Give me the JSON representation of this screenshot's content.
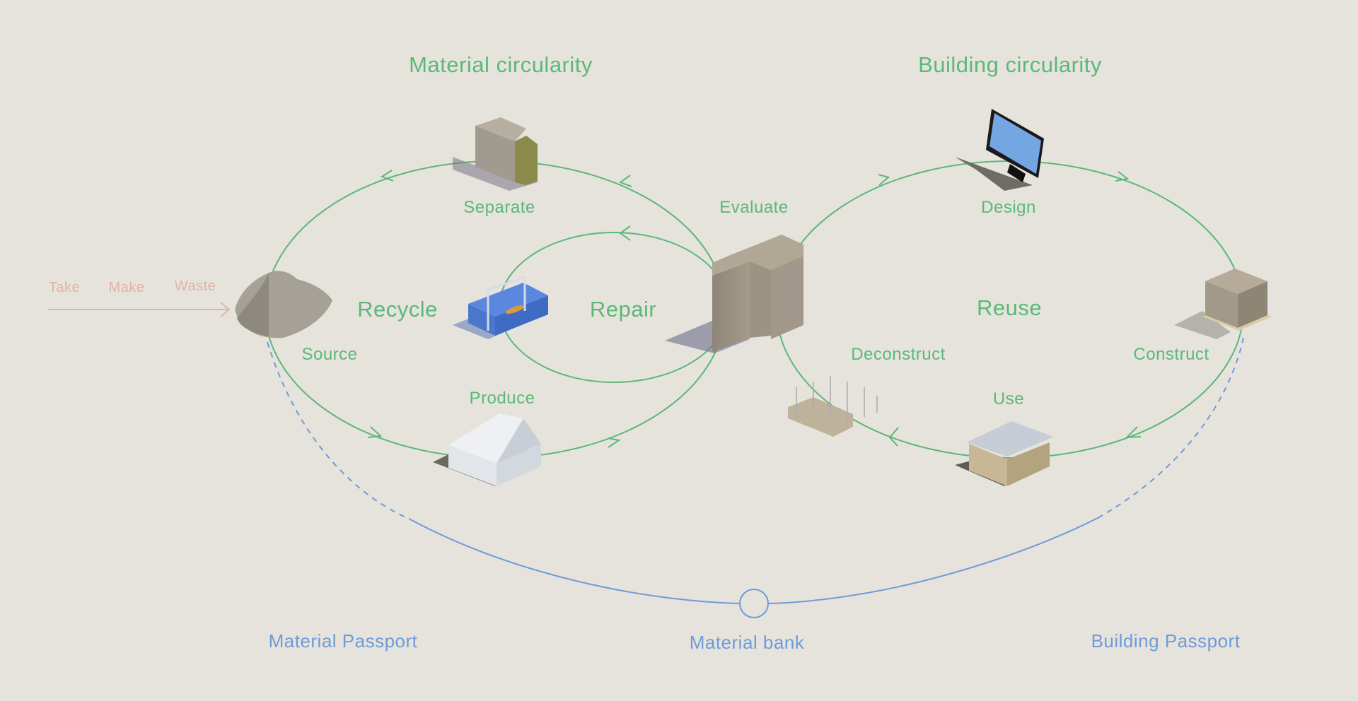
{
  "colors": {
    "background": "#e6e3dd",
    "loop_green": "#5bb878",
    "bank_blue": "#6e9bd8",
    "linear_salmon": "#e2b3a4"
  },
  "titles": {
    "material_circularity": "Material circularity",
    "building_circularity": "Building circularity"
  },
  "linear_economy": {
    "take": "Take",
    "make": "Make",
    "waste": "Waste"
  },
  "loops": {
    "recycle": "Recycle",
    "repair": "Repair",
    "reuse": "Reuse"
  },
  "steps": {
    "separate": "Separate",
    "evaluate": "Evaluate",
    "design": "Design",
    "source": "Source",
    "produce": "Produce",
    "deconstruct": "Deconstruct",
    "use": "Use",
    "construct": "Construct"
  },
  "illustrations": {
    "source": "sand-pile-icon",
    "separate": "block-with-insulation-icon",
    "repair": "toolbox-icon",
    "evaluate": "concrete-blocks-icon",
    "design": "monitor-blueprint-icon",
    "construct": "pallet-blocks-icon",
    "produce": "factory-icon",
    "deconstruct": "deconstructed-house-icon",
    "use": "house-icon"
  },
  "bank": {
    "material_passport": "Material Passport",
    "material_bank": "Material bank",
    "building_passport": "Building Passport"
  }
}
